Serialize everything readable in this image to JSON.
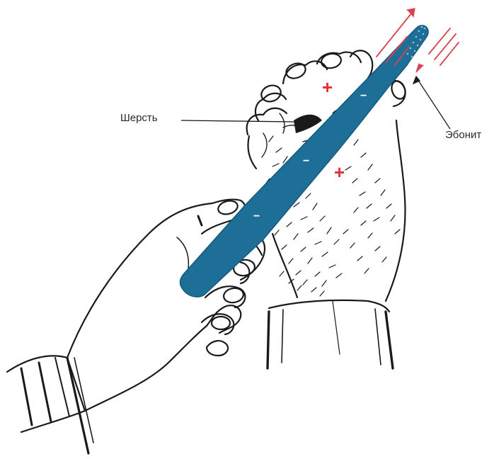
{
  "labels": {
    "wool": "Шерсть",
    "ebonite": "Эбонит"
  },
  "charges": {
    "rod": "−",
    "wool": "+"
  },
  "colors": {
    "rod": "#1d6f98",
    "rod_dark": "#145a7d",
    "charge_plus": "#e0303a",
    "motion_arrows": "#d9434e",
    "ink": "#1a1a1a",
    "background": "#ffffff"
  },
  "icons": {
    "hands": "hands-drawing",
    "wool": "wool-tuft",
    "rod": "ebonite-rod",
    "motion": "motion-arrows"
  }
}
